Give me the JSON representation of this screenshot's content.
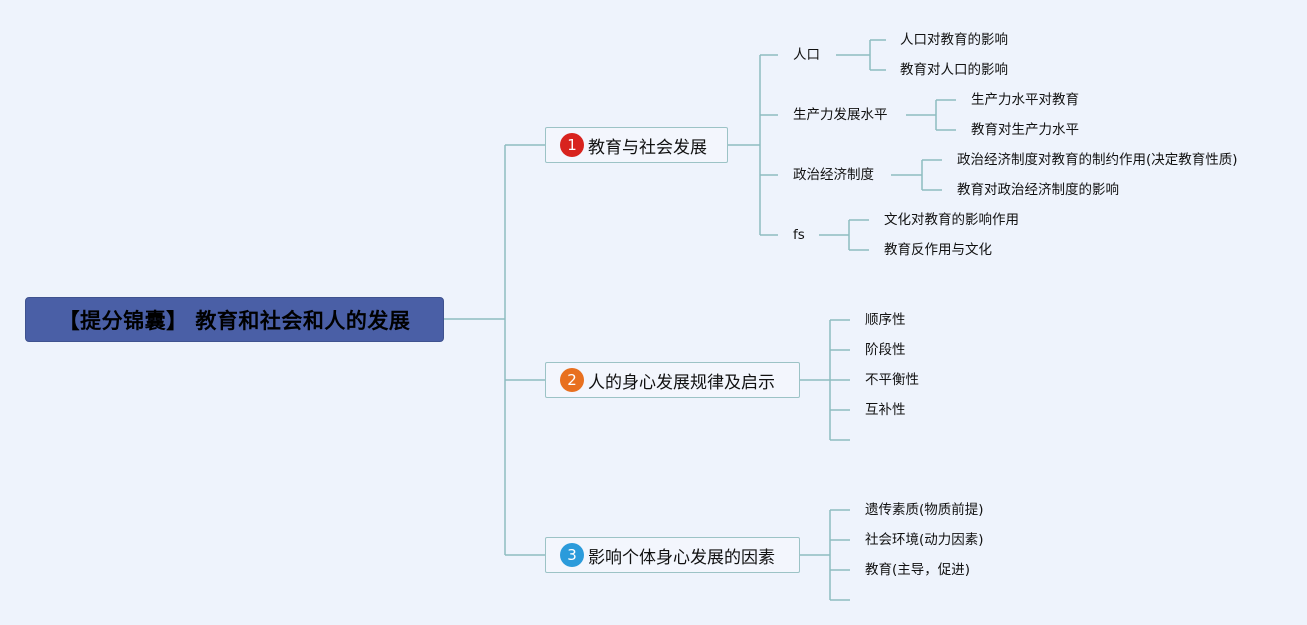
{
  "root": {
    "title": "【提分锦囊】 教育和社会和人的发展"
  },
  "colors": {
    "root": "#4a5fa6",
    "line": "#8dbcc0",
    "badge1": "#d8231e",
    "badge2": "#e8701f",
    "badge3": "#2b9bdb"
  },
  "branches": [
    {
      "number": "1",
      "label": "教育与社会发展",
      "children": [
        {
          "label": "人口",
          "children": [
            "人口对教育的影响",
            "教育对人口的影响"
          ]
        },
        {
          "label": "生产力发展水平",
          "children": [
            "生产力水平对教育",
            "教育对生产力水平"
          ]
        },
        {
          "label": "政治经济制度",
          "children": [
            "政治经济制度对教育的制约作用(决定教育性质)",
            "教育对政治经济制度的影响"
          ]
        },
        {
          "label": "fs",
          "children": [
            "文化对教育的影响作用",
            "教育反作用与文化"
          ]
        }
      ]
    },
    {
      "number": "2",
      "label": "人的身心发展规律及启示",
      "children": [
        "顺序性",
        "阶段性",
        "不平衡性",
        "互补性",
        ""
      ]
    },
    {
      "number": "3",
      "label": "影响个体身心发展的因素",
      "children": [
        "遗传素质(物质前提)",
        "社会环境(动力因素)",
        "教育(主导，促进)",
        ""
      ]
    }
  ]
}
